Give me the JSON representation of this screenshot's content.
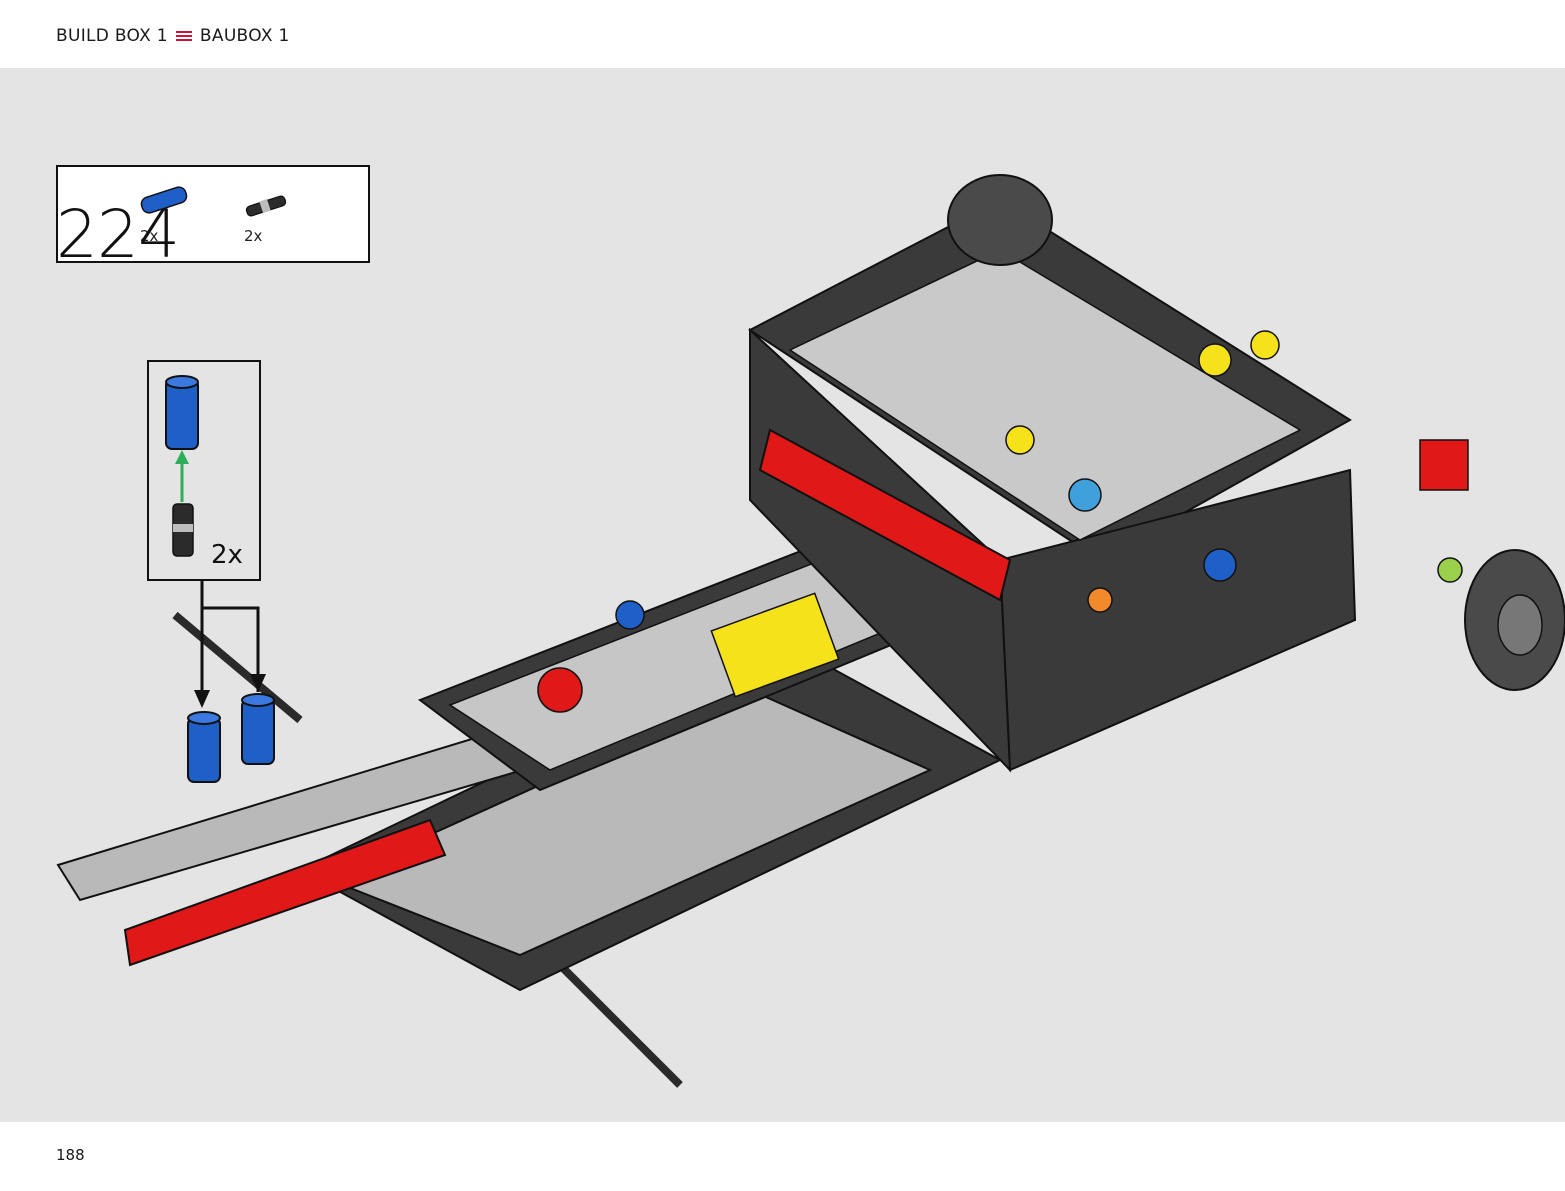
{
  "header": {
    "left_label": "BUILD BOX 1",
    "right_label": "BAUBOX 1",
    "icon": "menu-icon",
    "accent_color": "#d0103a"
  },
  "parts_list": [
    {
      "name": "blue-pin-connector",
      "qty": "2x",
      "color": "#1f5fc8"
    },
    {
      "name": "black-axle-pin",
      "qty": "2x",
      "color": "#2b2b2b"
    }
  ],
  "step": {
    "number": "224"
  },
  "callout": {
    "qty": "2x",
    "arrow_color": "#2fae5a"
  },
  "colors": {
    "beam_dark": "#3a3a3a",
    "beam_light": "#b9b9b9",
    "beam_red": "#e01818",
    "yellow": "#f5e21a",
    "blue": "#1f5fc8",
    "orange": "#f08a2a",
    "lime": "#9ad04a",
    "background": "#e4e4e4"
  },
  "footer": {
    "page_number": "188"
  }
}
